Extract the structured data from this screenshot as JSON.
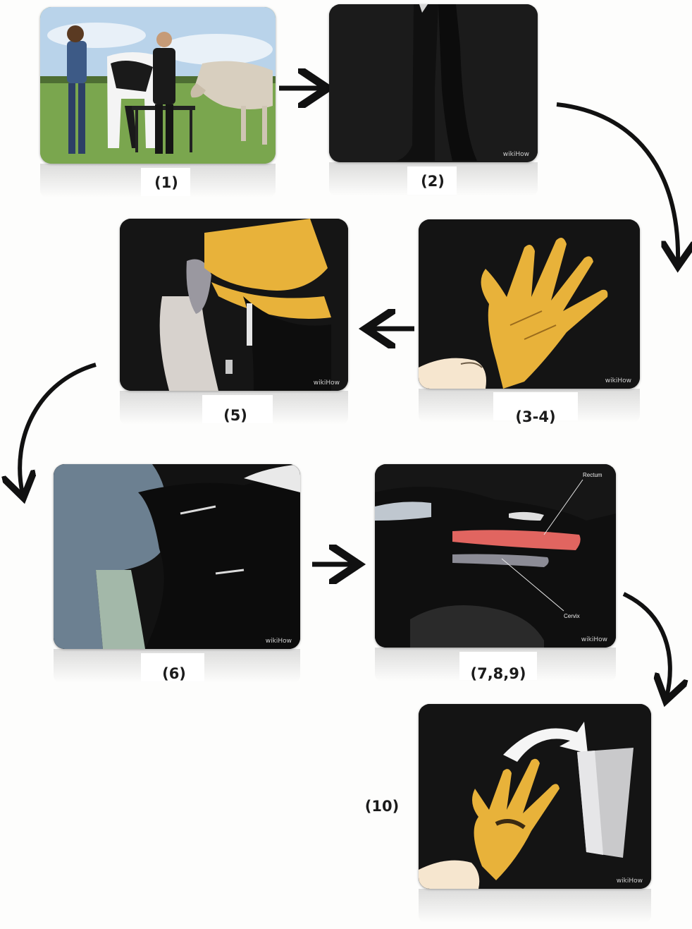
{
  "steps": [
    {
      "caption": "(1)",
      "illustration": "two people beside a cow training model and a cow in a pasture"
    },
    {
      "caption": "(2)",
      "illustration": "dark legs standing"
    },
    {
      "caption": "(3-4)",
      "illustration": "hand pulling on a yellow glove"
    },
    {
      "caption": "(5)",
      "illustration": "gloved arm at rear of cow"
    },
    {
      "caption": "(6)",
      "illustration": "arm inserted into cow"
    },
    {
      "caption": "(7,8,9)",
      "illustration": "cow anatomy",
      "labels": {
        "rectum": "Rectum",
        "cervix": "Cervix"
      }
    },
    {
      "caption": "(10)",
      "illustration": "removing glove into bin"
    }
  ],
  "watermark": "wikiHow",
  "colors": {
    "glove": "#e8b23a",
    "rectum": "#e16560",
    "cervix": "#8c8c96",
    "arrow": "#111111",
    "panel_bg": "#141414"
  }
}
